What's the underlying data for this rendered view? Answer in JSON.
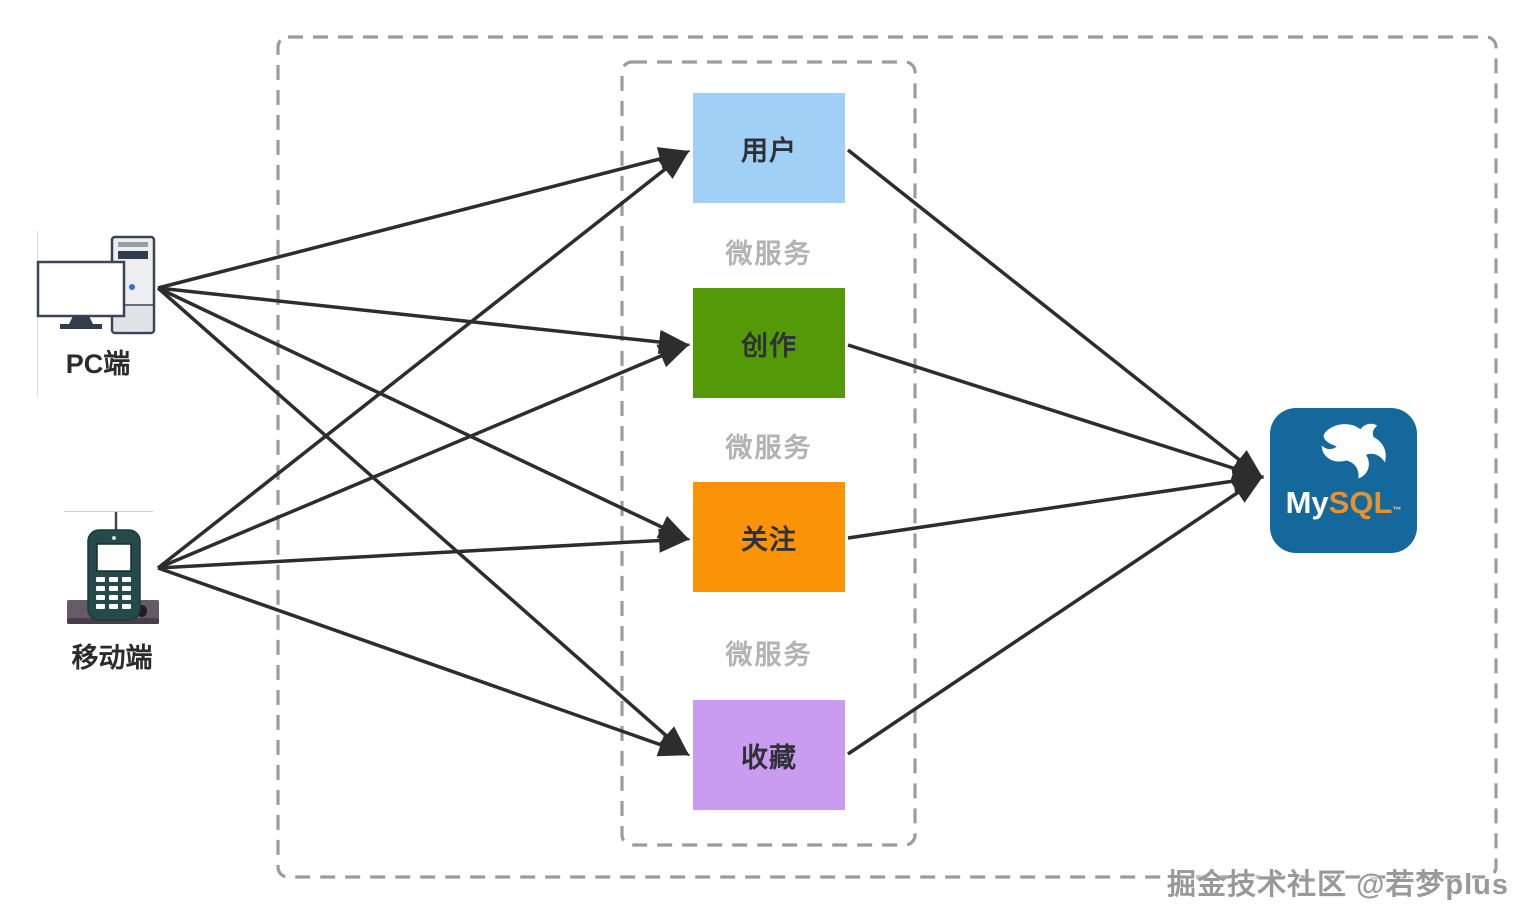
{
  "clients": [
    {
      "label": "PC端"
    },
    {
      "label": "移动端"
    }
  ],
  "services": [
    {
      "label": "用户",
      "color": "#a0d0f6"
    },
    {
      "label": "创作",
      "color": "#549a08"
    },
    {
      "label": "关注",
      "color": "#fb9307"
    },
    {
      "label": "收藏",
      "color": "#c99cf2"
    }
  ],
  "group_labels": [
    "微服务",
    "微服务",
    "微服务"
  ],
  "database": {
    "text_my": "My",
    "text_sql": "SQL",
    "trademark": "™",
    "brand_color": "#15689b",
    "sql_color": "#e8912f"
  },
  "watermark": "掘金技术社区 @若梦plus",
  "style_colors": {
    "arrow": "#2d2d2d",
    "dashed_border": "#9c9c9c",
    "separator_label_gray": "#b3b3b3"
  }
}
